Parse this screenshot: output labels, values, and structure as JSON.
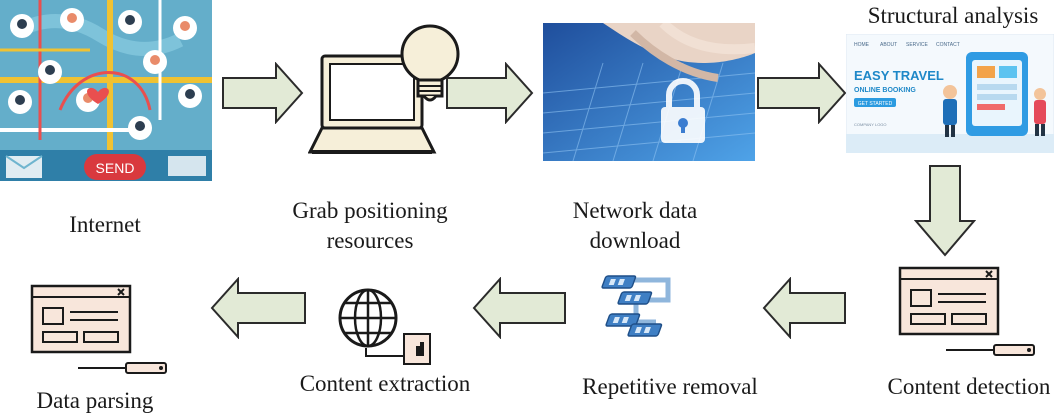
{
  "labels": {
    "internet": "Internet",
    "grab_line1": "Grab positioning",
    "grab_line2": "resources",
    "network_line1": "Network data",
    "network_line2": "download",
    "structural": "Structural analysis",
    "content_detection": "Content detection",
    "repetitive_removal": "Repetitive removal",
    "content_extraction": "Content extraction",
    "data_parsing": "Data parsing"
  },
  "internet_image": {
    "send_label": "SEND"
  },
  "travel_page": {
    "nav": [
      "HOME",
      "ABOUT",
      "SERVICE",
      "CONTACT"
    ],
    "headline_1": "EASY TRAVEL",
    "headline_2": "ONLINE BOOKING",
    "cta": "GET STARTED",
    "footer": "COMPANY LOGO"
  },
  "colors": {
    "arrow_fill": "#e2ead6",
    "arrow_stroke": "#2b2b2b",
    "icon_fill": "#f6efd9",
    "window_fill": "#f8e6db",
    "network_bg": "#2f73c8"
  }
}
